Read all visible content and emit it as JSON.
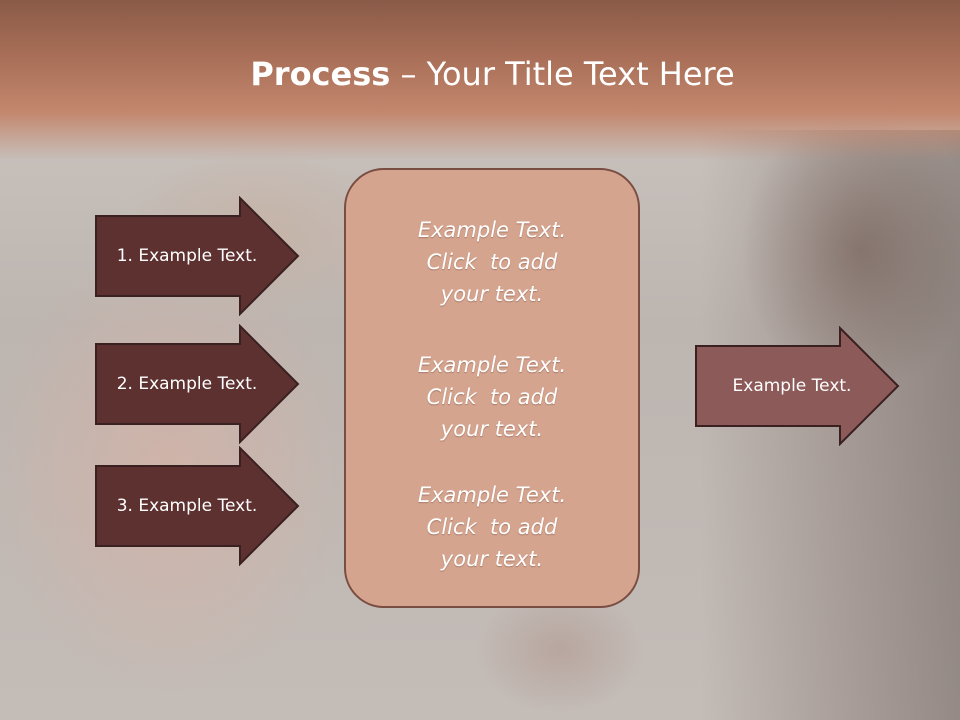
{
  "title": {
    "bold": "Process",
    "rest": " – Your Title Text Here"
  },
  "left_steps": [
    {
      "label": "1. Example Text."
    },
    {
      "label": "2. Example Text."
    },
    {
      "label": "3. Example Text."
    }
  ],
  "center_items": [
    {
      "line1": "Example Text.",
      "line2": "Click  to add",
      "line3": "your text."
    },
    {
      "line1": "Example Text.",
      "line2": "Click  to add",
      "line3": "your text."
    },
    {
      "line1": "Example Text.",
      "line2": "Click  to add",
      "line3": "your text."
    }
  ],
  "right_arrow": {
    "label": "Example Text."
  },
  "colors": {
    "title_band": "#b27660",
    "dark_arrow": "#5e3131",
    "right_arrow": "#8b5a59",
    "center_box": "#d4a48e",
    "outline": "#3a2020"
  }
}
